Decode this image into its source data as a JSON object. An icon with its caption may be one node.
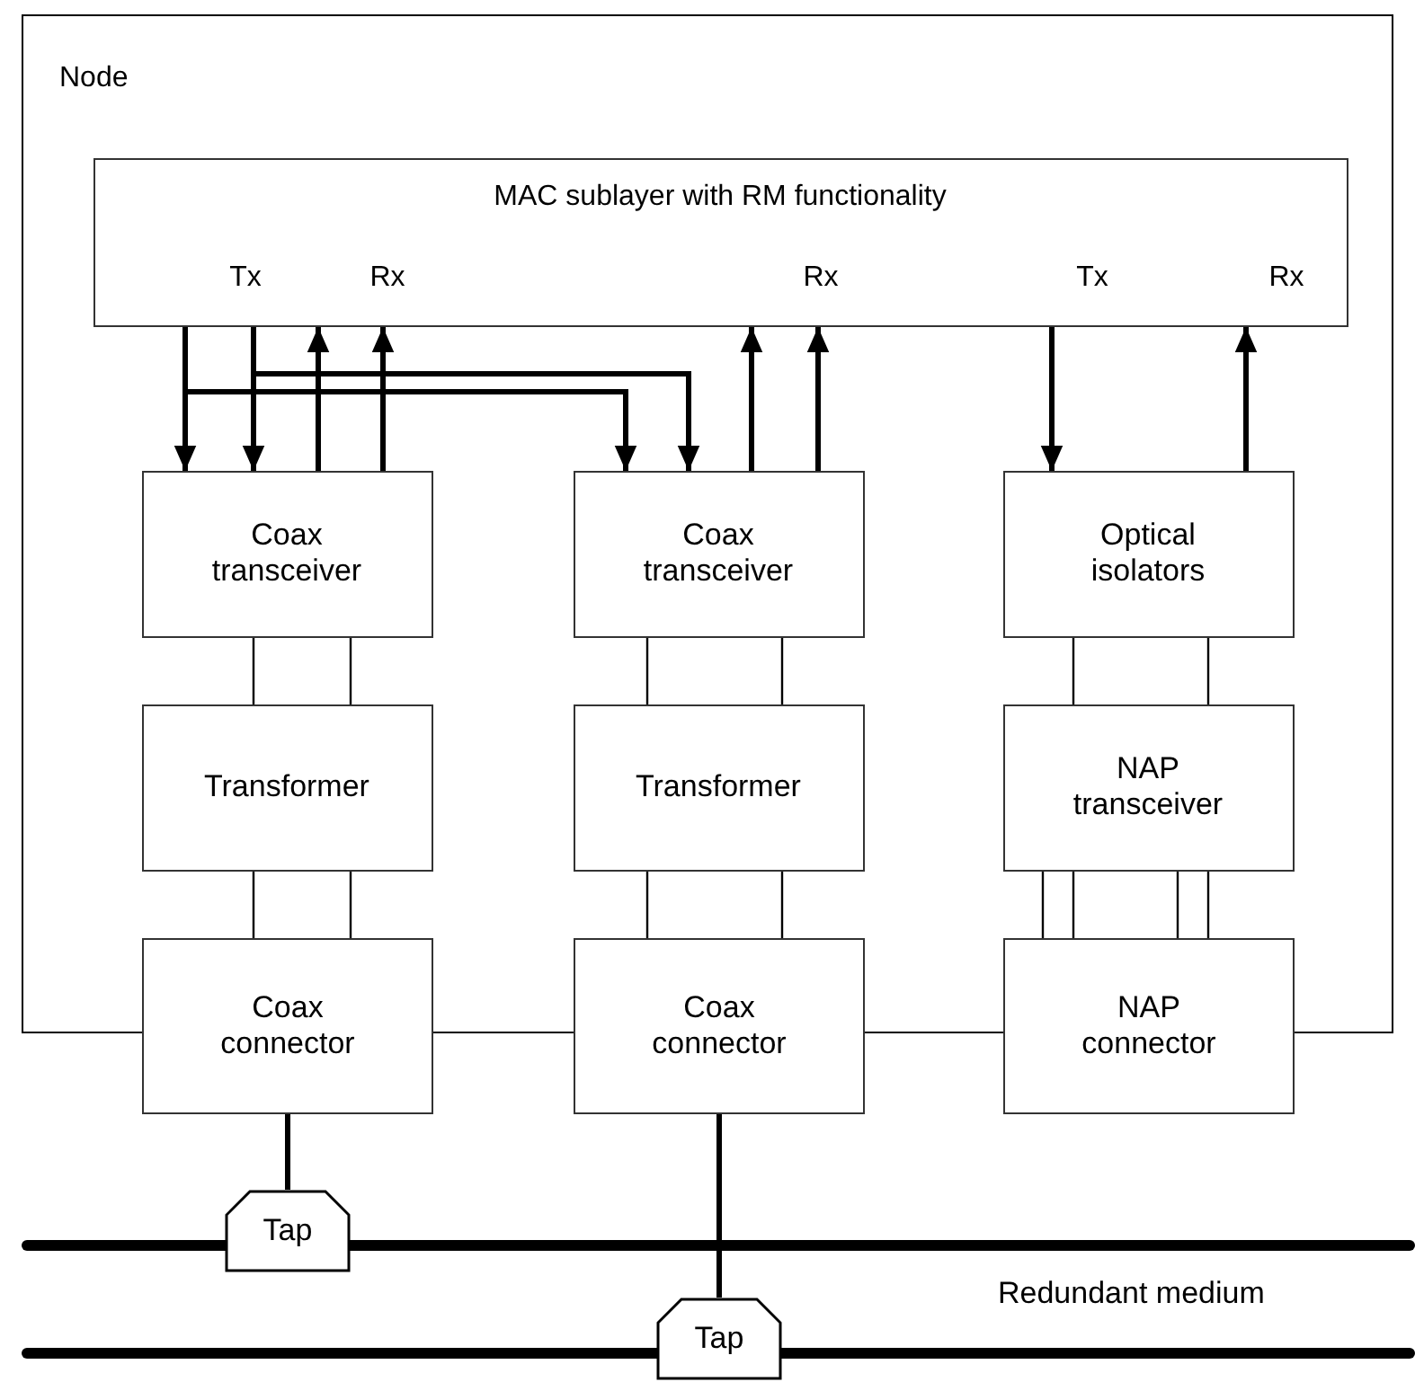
{
  "diagram": {
    "nodes": [
      {
        "text": [
          "Node"
        ]
      },
      {
        "text": [
          "MAC sublayer with RM functionality",
          "Tx",
          "Rx",
          "Rx",
          "Tx",
          "Rx"
        ],
        "in": 0
      },
      {
        "text": [
          "Coax transceiver"
        ],
        "in": 0
      },
      {
        "text": [
          "Coax transceiver"
        ],
        "in": 0
      },
      {
        "text": [
          "Optical isolators"
        ],
        "in": 0
      },
      {
        "text": [
          "Transformer"
        ],
        "in": 0
      },
      {
        "text": [
          "Transformer"
        ],
        "in": 0
      },
      {
        "text": [
          "NAP transceiver"
        ],
        "in": 0
      },
      {
        "text": [
          "Coax connector"
        ]
      },
      {
        "text": [
          "Coax connector"
        ]
      },
      {
        "text": [
          "NAP connector"
        ]
      },
      {
        "text": [
          "Tap"
        ]
      },
      {
        "text": [
          "Tap"
        ]
      }
    ],
    "edges": [
      {
        "from": 1,
        "to": 2,
        "arrow": "to",
        "style": "thick"
      },
      {
        "from": 1,
        "to": 2,
        "arrow": "to",
        "style": "thick"
      },
      {
        "from": 2,
        "to": 1,
        "arrow": "to",
        "style": "thick"
      },
      {
        "from": 2,
        "to": 1,
        "arrow": "to",
        "style": "thick"
      },
      {
        "from": 1,
        "to": 3,
        "arrow": "to",
        "style": "thick"
      },
      {
        "from": 1,
        "to": 3,
        "arrow": "to",
        "style": "thick"
      },
      {
        "from": 3,
        "to": 1,
        "arrow": "to",
        "style": "thick"
      },
      {
        "from": 3,
        "to": 1,
        "arrow": "to",
        "style": "thick"
      },
      {
        "from": 1,
        "to": 4,
        "arrow": "to",
        "style": "thick"
      },
      {
        "from": 4,
        "to": 1,
        "arrow": "to",
        "style": "thick"
      },
      {
        "from": 2,
        "to": 5,
        "arrow": "none"
      },
      {
        "from": 2,
        "to": 5,
        "arrow": "none"
      },
      {
        "from": 5,
        "to": 8,
        "arrow": "none"
      },
      {
        "from": 5,
        "to": 8,
        "arrow": "none"
      },
      {
        "from": 3,
        "to": 6,
        "arrow": "none"
      },
      {
        "from": 3,
        "to": 6,
        "arrow": "none"
      },
      {
        "from": 6,
        "to": 9,
        "arrow": "none"
      },
      {
        "from": 6,
        "to": 9,
        "arrow": "none"
      },
      {
        "from": 4,
        "to": 7,
        "arrow": "none"
      },
      {
        "from": 4,
        "to": 7,
        "arrow": "none"
      },
      {
        "from": 7,
        "to": 10,
        "arrow": "none"
      },
      {
        "from": 7,
        "to": 10,
        "arrow": "none"
      },
      {
        "from": 7,
        "to": 10,
        "arrow": "none"
      },
      {
        "from": 7,
        "to": 10,
        "arrow": "none"
      },
      {
        "from": 8,
        "to": 11,
        "arrow": "none",
        "style": "thick"
      },
      {
        "from": 9,
        "to": 12,
        "arrow": "none",
        "style": "thick"
      }
    ],
    "labels": [
      "Redundant medium"
    ]
  }
}
